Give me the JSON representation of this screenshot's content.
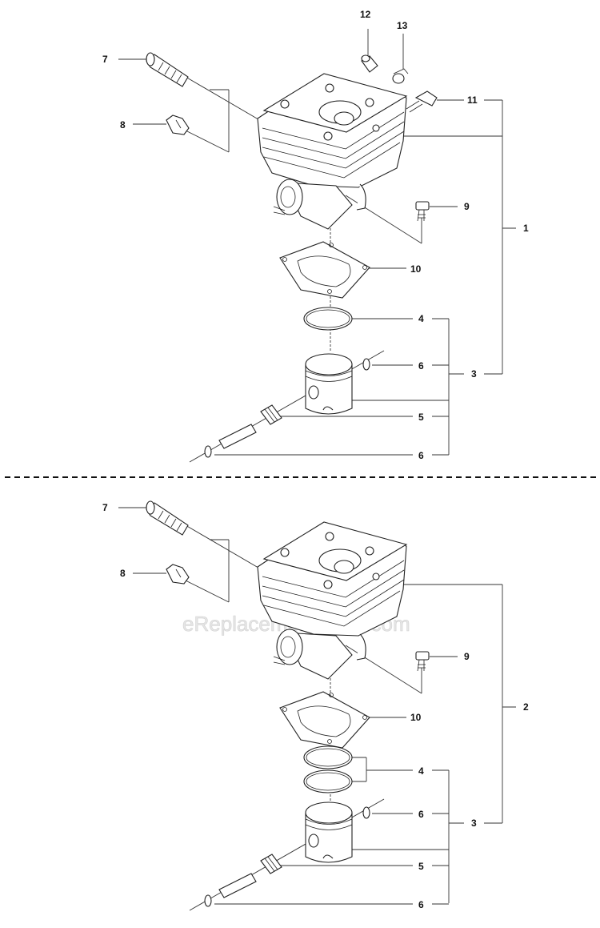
{
  "watermark": "eReplacementParts.com",
  "callouts_top": {
    "c12": "12",
    "c13": "13",
    "c7": "7",
    "c11": "11",
    "c8": "8",
    "c9": "9",
    "c1": "1",
    "c10": "10",
    "c4": "4",
    "c6a": "6",
    "c3": "3",
    "c5": "5",
    "c6b": "6"
  },
  "callouts_bottom": {
    "c7": "7",
    "c8": "8",
    "c9": "9",
    "c2": "2",
    "c10": "10",
    "c4": "4",
    "c6a": "6",
    "c3": "3",
    "c5": "5",
    "c6b": "6"
  }
}
